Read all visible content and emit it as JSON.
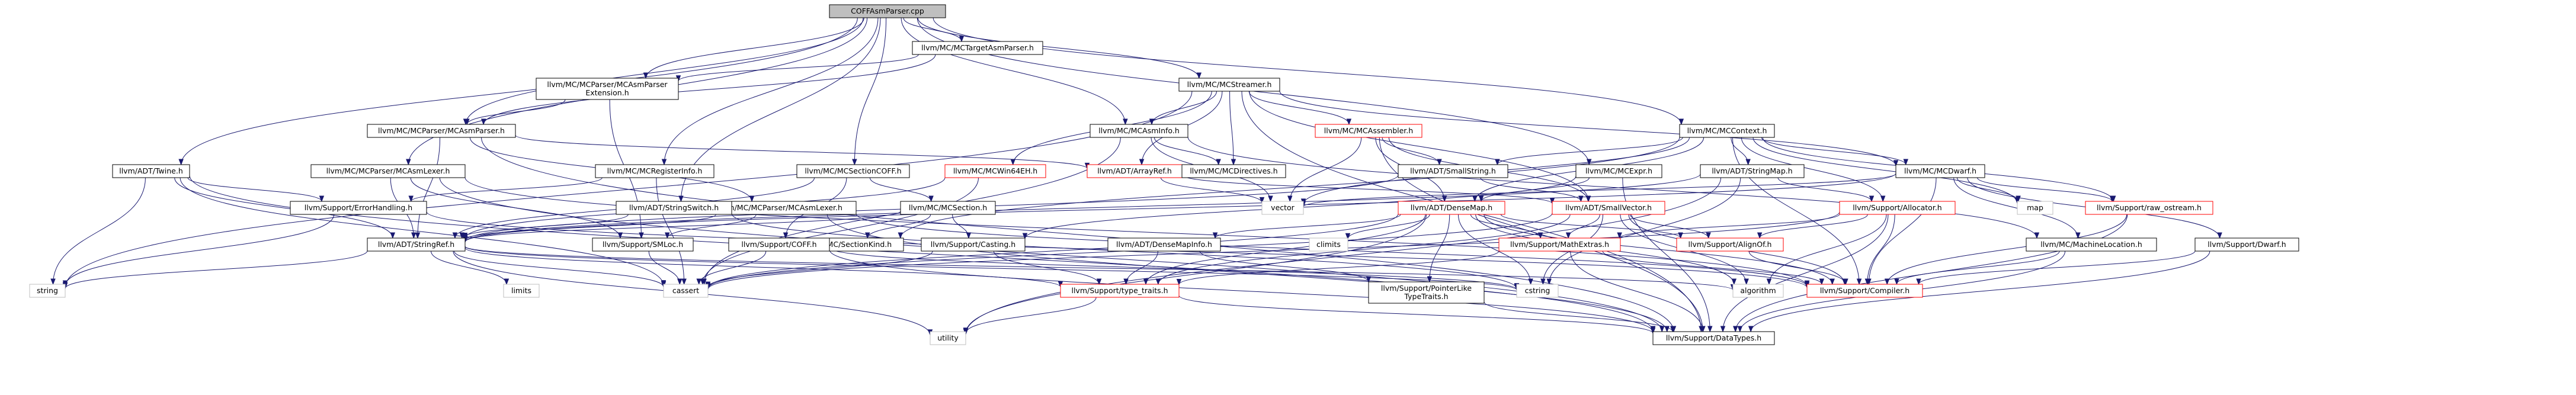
{
  "nodes": [
    {
      "id": "root",
      "label": [
        "COFFAsmParser.cpp"
      ],
      "style": "root"
    },
    {
      "id": "target",
      "label": [
        "llvm/MC/MCTargetAsmParser.h"
      ],
      "style": "normal"
    },
    {
      "id": "ext",
      "label": [
        "llvm/MC/MCParser/MCAsmParser",
        "Extension.h"
      ],
      "style": "normal"
    },
    {
      "id": "streamer",
      "label": [
        "llvm/MC/MCStreamer.h"
      ],
      "style": "normal"
    },
    {
      "id": "context",
      "label": [
        "llvm/MC/MCContext.h"
      ],
      "style": "normal"
    },
    {
      "id": "asmparser",
      "label": [
        "llvm/MC/MCParser/MCAsmParser.h"
      ],
      "style": "normal"
    },
    {
      "id": "asminfo",
      "label": [
        "llvm/MC/MCAsmInfo.h"
      ],
      "style": "normal"
    },
    {
      "id": "assembler",
      "label": [
        "llvm/MC/MCAssembler.h"
      ],
      "style": "red"
    },
    {
      "id": "twine",
      "label": [
        "llvm/ADT/Twine.h"
      ],
      "style": "normal"
    },
    {
      "id": "asmlexer",
      "label": [
        "llvm/MC/MCParser/MCAsmLexer.h"
      ],
      "style": "normal"
    },
    {
      "id": "reginfo",
      "label": [
        "llvm/MC/MCRegisterInfo.h"
      ],
      "style": "normal"
    },
    {
      "id": "seccoff",
      "label": [
        "llvm/MC/MCSectionCOFF.h"
      ],
      "style": "normal"
    },
    {
      "id": "win64",
      "label": [
        "llvm/MC/MCWin64EH.h"
      ],
      "style": "red"
    },
    {
      "id": "arrayref",
      "label": [
        "llvm/ADT/ArrayRef.h"
      ],
      "style": "red"
    },
    {
      "id": "directives",
      "label": [
        "llvm/MC/MCDirectives.h"
      ],
      "style": "normal"
    },
    {
      "id": "smallstring",
      "label": [
        "llvm/ADT/SmallString.h"
      ],
      "style": "normal"
    },
    {
      "id": "mcexpr",
      "label": [
        "llvm/MC/MCExpr.h"
      ],
      "style": "normal"
    },
    {
      "id": "stringmap",
      "label": [
        "llvm/ADT/StringMap.h"
      ],
      "style": "normal"
    },
    {
      "id": "dwarf",
      "label": [
        "llvm/MC/MCDwarf.h"
      ],
      "style": "normal"
    },
    {
      "id": "errorhandling",
      "label": [
        "llvm/Support/ErrorHandling.h"
      ],
      "style": "normal"
    },
    {
      "id": "mcasmlexer",
      "label": [
        "llvm/MC/MCParser/MCAsmLexer.h"
      ],
      "style": "normal"
    },
    {
      "id": "stringswitch",
      "label": [
        "llvm/ADT/StringSwitch.h"
      ],
      "style": "normal"
    },
    {
      "id": "mcsection",
      "label": [
        "llvm/MC/MCSection.h"
      ],
      "style": "normal"
    },
    {
      "id": "vector",
      "label": [
        "vector"
      ],
      "style": "grey"
    },
    {
      "id": "densemap",
      "label": [
        "llvm/ADT/DenseMap.h"
      ],
      "style": "red"
    },
    {
      "id": "smallvector",
      "label": [
        "llvm/ADT/SmallVector.h"
      ],
      "style": "red"
    },
    {
      "id": "allocator",
      "label": [
        "llvm/Support/Allocator.h"
      ],
      "style": "red"
    },
    {
      "id": "map",
      "label": [
        "map"
      ],
      "style": "grey"
    },
    {
      "id": "rawostream",
      "label": [
        "llvm/Support/raw_ostream.h"
      ],
      "style": "red"
    },
    {
      "id": "stringref",
      "label": [
        "llvm/ADT/StringRef.h"
      ],
      "style": "normal"
    },
    {
      "id": "smloc",
      "label": [
        "llvm/Support/SMLoc.h"
      ],
      "style": "normal"
    },
    {
      "id": "sectionkind",
      "label": [
        "llvm/MC/SectionKind.h"
      ],
      "style": "normal"
    },
    {
      "id": "casting",
      "label": [
        "llvm/Support/Casting.h"
      ],
      "style": "normal"
    },
    {
      "id": "supcoff",
      "label": [
        "llvm/Support/COFF.h"
      ],
      "style": "normal"
    },
    {
      "id": "climits",
      "label": [
        "climits"
      ],
      "style": "grey"
    },
    {
      "id": "densemapinfo",
      "label": [
        "llvm/ADT/DenseMapInfo.h"
      ],
      "style": "normal"
    },
    {
      "id": "mathextras",
      "label": [
        "llvm/Support/MathExtras.h"
      ],
      "style": "red"
    },
    {
      "id": "alignof",
      "label": [
        "llvm/Support/AlignOf.h"
      ],
      "style": "red"
    },
    {
      "id": "machineloc",
      "label": [
        "llvm/MC/MachineLocation.h"
      ],
      "style": "normal"
    },
    {
      "id": "supdwarf",
      "label": [
        "llvm/Support/Dwarf.h"
      ],
      "style": "normal"
    },
    {
      "id": "string",
      "label": [
        "string"
      ],
      "style": "grey"
    },
    {
      "id": "limits",
      "label": [
        "limits"
      ],
      "style": "grey"
    },
    {
      "id": "cassert",
      "label": [
        "cassert"
      ],
      "style": "grey"
    },
    {
      "id": "typetraits",
      "label": [
        "llvm/Support/type_traits.h"
      ],
      "style": "red"
    },
    {
      "id": "ptrlike",
      "label": [
        "llvm/Support/PointerLike",
        "TypeTraits.h"
      ],
      "style": "normal"
    },
    {
      "id": "cstring",
      "label": [
        "cstring"
      ],
      "style": "grey"
    },
    {
      "id": "algorithm",
      "label": [
        "algorithm"
      ],
      "style": "grey"
    },
    {
      "id": "compiler",
      "label": [
        "llvm/Support/Compiler.h"
      ],
      "style": "red"
    },
    {
      "id": "utility",
      "label": [
        "utility"
      ],
      "style": "grey"
    },
    {
      "id": "datatypes",
      "label": [
        "llvm/Support/DataTypes.h"
      ],
      "style": "normal"
    }
  ],
  "edges": [
    [
      "root",
      "target"
    ],
    [
      "root",
      "ext"
    ],
    [
      "root",
      "streamer"
    ],
    [
      "root",
      "context"
    ],
    [
      "root",
      "asmparser"
    ],
    [
      "root",
      "asminfo"
    ],
    [
      "root",
      "twine"
    ],
    [
      "root",
      "asmlexer"
    ],
    [
      "root",
      "reginfo"
    ],
    [
      "root",
      "seccoff"
    ],
    [
      "root",
      "mcexpr"
    ],
    [
      "root",
      "stringswitch"
    ],
    [
      "target",
      "ext"
    ],
    [
      "target",
      "asmparser"
    ],
    [
      "ext",
      "asmparser"
    ],
    [
      "ext",
      "smloc"
    ],
    [
      "streamer",
      "asminfo"
    ],
    [
      "streamer",
      "assembler"
    ],
    [
      "streamer",
      "arrayref"
    ],
    [
      "streamer",
      "directives"
    ],
    [
      "streamer",
      "win64"
    ],
    [
      "streamer",
      "smallvector"
    ],
    [
      "streamer",
      "dwarf"
    ],
    [
      "streamer",
      "string"
    ],
    [
      "streamer",
      "datatypes"
    ],
    [
      "context",
      "smallstring"
    ],
    [
      "context",
      "stringmap"
    ],
    [
      "context",
      "dwarf"
    ],
    [
      "context",
      "densemap"
    ],
    [
      "context",
      "allocator"
    ],
    [
      "context",
      "rawostream"
    ],
    [
      "context",
      "map"
    ],
    [
      "context",
      "vector"
    ],
    [
      "context",
      "sectionkind"
    ],
    [
      "context",
      "compiler"
    ],
    [
      "asmparser",
      "mcasmlexer"
    ],
    [
      "asmparser",
      "arrayref"
    ],
    [
      "asmparser",
      "stringref"
    ],
    [
      "asmparser",
      "datatypes"
    ],
    [
      "asminfo",
      "directives"
    ],
    [
      "asminfo",
      "machineloc"
    ],
    [
      "asminfo",
      "vector"
    ],
    [
      "asminfo",
      "cassert"
    ],
    [
      "assembler",
      "smallstring"
    ],
    [
      "assembler",
      "densemap"
    ],
    [
      "assembler",
      "smallvector"
    ],
    [
      "assembler",
      "vector"
    ],
    [
      "assembler",
      "datatypes"
    ],
    [
      "twine",
      "stringref"
    ],
    [
      "twine",
      "errorhandling"
    ],
    [
      "twine",
      "string"
    ],
    [
      "twine",
      "cassert"
    ],
    [
      "twine",
      "datatypes"
    ],
    [
      "asmlexer",
      "stringref"
    ],
    [
      "asmlexer",
      "smloc"
    ],
    [
      "asmlexer",
      "datatypes"
    ],
    [
      "asmlexer",
      "compiler"
    ],
    [
      "reginfo",
      "errorhandling"
    ],
    [
      "reginfo",
      "cassert"
    ],
    [
      "seccoff",
      "mcsection"
    ],
    [
      "seccoff",
      "stringref"
    ],
    [
      "seccoff",
      "supcoff"
    ],
    [
      "win64",
      "stringref"
    ],
    [
      "win64",
      "cassert"
    ],
    [
      "arrayref",
      "smallvector"
    ],
    [
      "arrayref",
      "vector"
    ],
    [
      "smallstring",
      "stringref"
    ],
    [
      "smallstring",
      "smallvector"
    ],
    [
      "mcexpr",
      "densemap"
    ],
    [
      "mcexpr",
      "casting"
    ],
    [
      "mcexpr",
      "datatypes"
    ],
    [
      "stringmap",
      "stringref"
    ],
    [
      "stringmap",
      "allocator"
    ],
    [
      "stringmap",
      "cstring"
    ],
    [
      "stringmap",
      "utility"
    ],
    [
      "dwarf",
      "stringref"
    ],
    [
      "dwarf",
      "machineloc"
    ],
    [
      "dwarf",
      "supdwarf"
    ],
    [
      "dwarf",
      "rawostream"
    ],
    [
      "dwarf",
      "vector"
    ],
    [
      "dwarf",
      "map"
    ],
    [
      "dwarf",
      "compiler"
    ],
    [
      "errorhandling",
      "compiler"
    ],
    [
      "errorhandling",
      "string"
    ],
    [
      "mcasmlexer",
      "stringref"
    ],
    [
      "mcasmlexer",
      "smloc"
    ],
    [
      "mcasmlexer",
      "datatypes"
    ],
    [
      "mcasmlexer",
      "compiler"
    ],
    [
      "stringswitch",
      "stringref"
    ],
    [
      "stringswitch",
      "cstring"
    ],
    [
      "mcsection",
      "stringref"
    ],
    [
      "mcsection",
      "sectionkind"
    ],
    [
      "mcsection",
      "casting"
    ],
    [
      "densemap",
      "densemapinfo"
    ],
    [
      "densemap",
      "mathextras"
    ],
    [
      "densemap",
      "alignof"
    ],
    [
      "densemap",
      "typetraits"
    ],
    [
      "densemap",
      "ptrlike"
    ],
    [
      "densemap",
      "algorithm"
    ],
    [
      "densemap",
      "cassert"
    ],
    [
      "densemap",
      "climits"
    ],
    [
      "densemap",
      "cstring"
    ],
    [
      "densemap",
      "utility"
    ],
    [
      "densemap",
      "compiler"
    ],
    [
      "smallvector",
      "alignof"
    ],
    [
      "smallvector",
      "mathextras"
    ],
    [
      "smallvector",
      "typetraits"
    ],
    [
      "smallvector",
      "algorithm"
    ],
    [
      "smallvector",
      "cstring"
    ],
    [
      "smallvector",
      "compiler"
    ],
    [
      "smallvector",
      "cassert"
    ],
    [
      "allocator",
      "alignof"
    ],
    [
      "allocator",
      "mathextras"
    ],
    [
      "allocator",
      "datatypes"
    ],
    [
      "allocator",
      "algorithm"
    ],
    [
      "allocator",
      "cassert"
    ],
    [
      "allocator",
      "compiler"
    ],
    [
      "rawostream",
      "compiler"
    ],
    [
      "rawostream",
      "datatypes"
    ],
    [
      "stringref",
      "typetraits"
    ],
    [
      "stringref",
      "string"
    ],
    [
      "stringref",
      "limits"
    ],
    [
      "stringref",
      "cassert"
    ],
    [
      "stringref",
      "cstring"
    ],
    [
      "stringref",
      "algorithm"
    ],
    [
      "stringref",
      "utility"
    ],
    [
      "smloc",
      "cassert"
    ],
    [
      "casting",
      "typetraits"
    ],
    [
      "casting",
      "cassert"
    ],
    [
      "supcoff",
      "datatypes"
    ],
    [
      "supcoff",
      "cassert"
    ],
    [
      "supcoff",
      "cstring"
    ],
    [
      "densemapinfo",
      "ptrlike"
    ],
    [
      "densemapinfo",
      "typetraits"
    ],
    [
      "mathextras",
      "compiler"
    ],
    [
      "mathextras",
      "typetraits"
    ],
    [
      "mathextras",
      "datatypes"
    ],
    [
      "alignof",
      "compiler"
    ],
    [
      "machineloc",
      "compiler"
    ],
    [
      "machineloc",
      "datatypes"
    ],
    [
      "supdwarf",
      "compiler"
    ],
    [
      "supdwarf",
      "datatypes"
    ],
    [
      "typetraits",
      "utility"
    ],
    [
      "typetraits",
      "datatypes"
    ],
    [
      "ptrlike",
      "datatypes"
    ]
  ]
}
